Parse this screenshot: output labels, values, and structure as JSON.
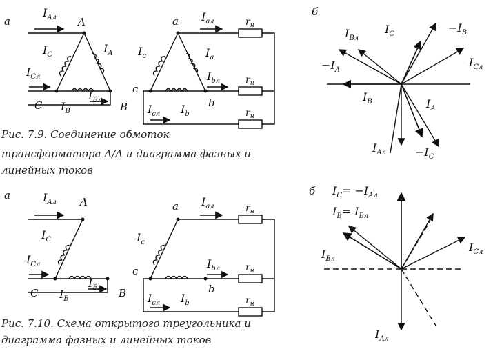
{
  "panel_letters": {
    "a1": "а",
    "b1": "б",
    "a2": "а",
    "b2": "б"
  },
  "caption1": {
    "line1": "Рис.    7.9.    Соединение    обмоток",
    "line2": "трансформатора Δ/Δ  и диаграмма фазных и",
    "line3": "линейных токов"
  },
  "caption2": {
    "line1": "Рис. 7.10.  Схема открытого треугольника и",
    "line2": "диаграмма фазных и линейных токов"
  },
  "nodes": {
    "A": "A",
    "B": "B",
    "C": "C",
    "a": "a",
    "b": "b",
    "c": "c"
  },
  "resistor": "r",
  "resistor_sub": "н",
  "currents": {
    "I": "I",
    "Al": "Aл",
    "Cl": "Cл",
    "Bl": "Bл",
    "al": "aл",
    "bl": "bл",
    "cl": "cл",
    "A": "A",
    "B": "B",
    "C": "C",
    "a": "a",
    "b": "b",
    "c": "c"
  },
  "diagram2": {
    "eq1": "= −I",
    "eq2": "= I"
  }
}
